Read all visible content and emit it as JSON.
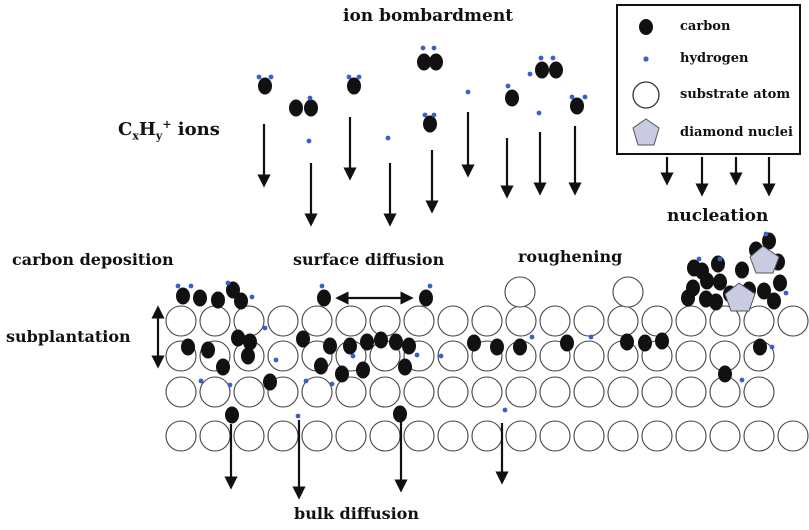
{
  "labels": {
    "ion_bombardment": "ion bombardment",
    "ions_prefix": "C",
    "ions_sub_x": "x",
    "ions_h": "H",
    "ions_sub_y": "y",
    "ions_sup": "+",
    "ions_suffix": " ions",
    "carbon_deposition": "carbon deposition",
    "surface_diffusion": "surface diffusion",
    "roughening": "roughening",
    "nucleation": "nucleation",
    "subplantation": "subplantation",
    "bulk_diffusion": "bulk diffusion"
  },
  "legend": {
    "items": [
      {
        "label": "carbon",
        "icon": "carbon-atom-icon"
      },
      {
        "label": "hydrogen",
        "icon": "hydrogen-atom-icon"
      },
      {
        "label": "substrate atom",
        "icon": "substrate-atom-icon"
      },
      {
        "label": "diamond nuclei",
        "icon": "diamond-nuclei-icon"
      }
    ]
  },
  "colors": {
    "carbon": "#111111",
    "hydrogen": "#3a5fcd",
    "substrate_fill": "#ffffff",
    "substrate_stroke": "#444444",
    "diamond": "#c9cbe3",
    "arrow": "#111111"
  }
}
